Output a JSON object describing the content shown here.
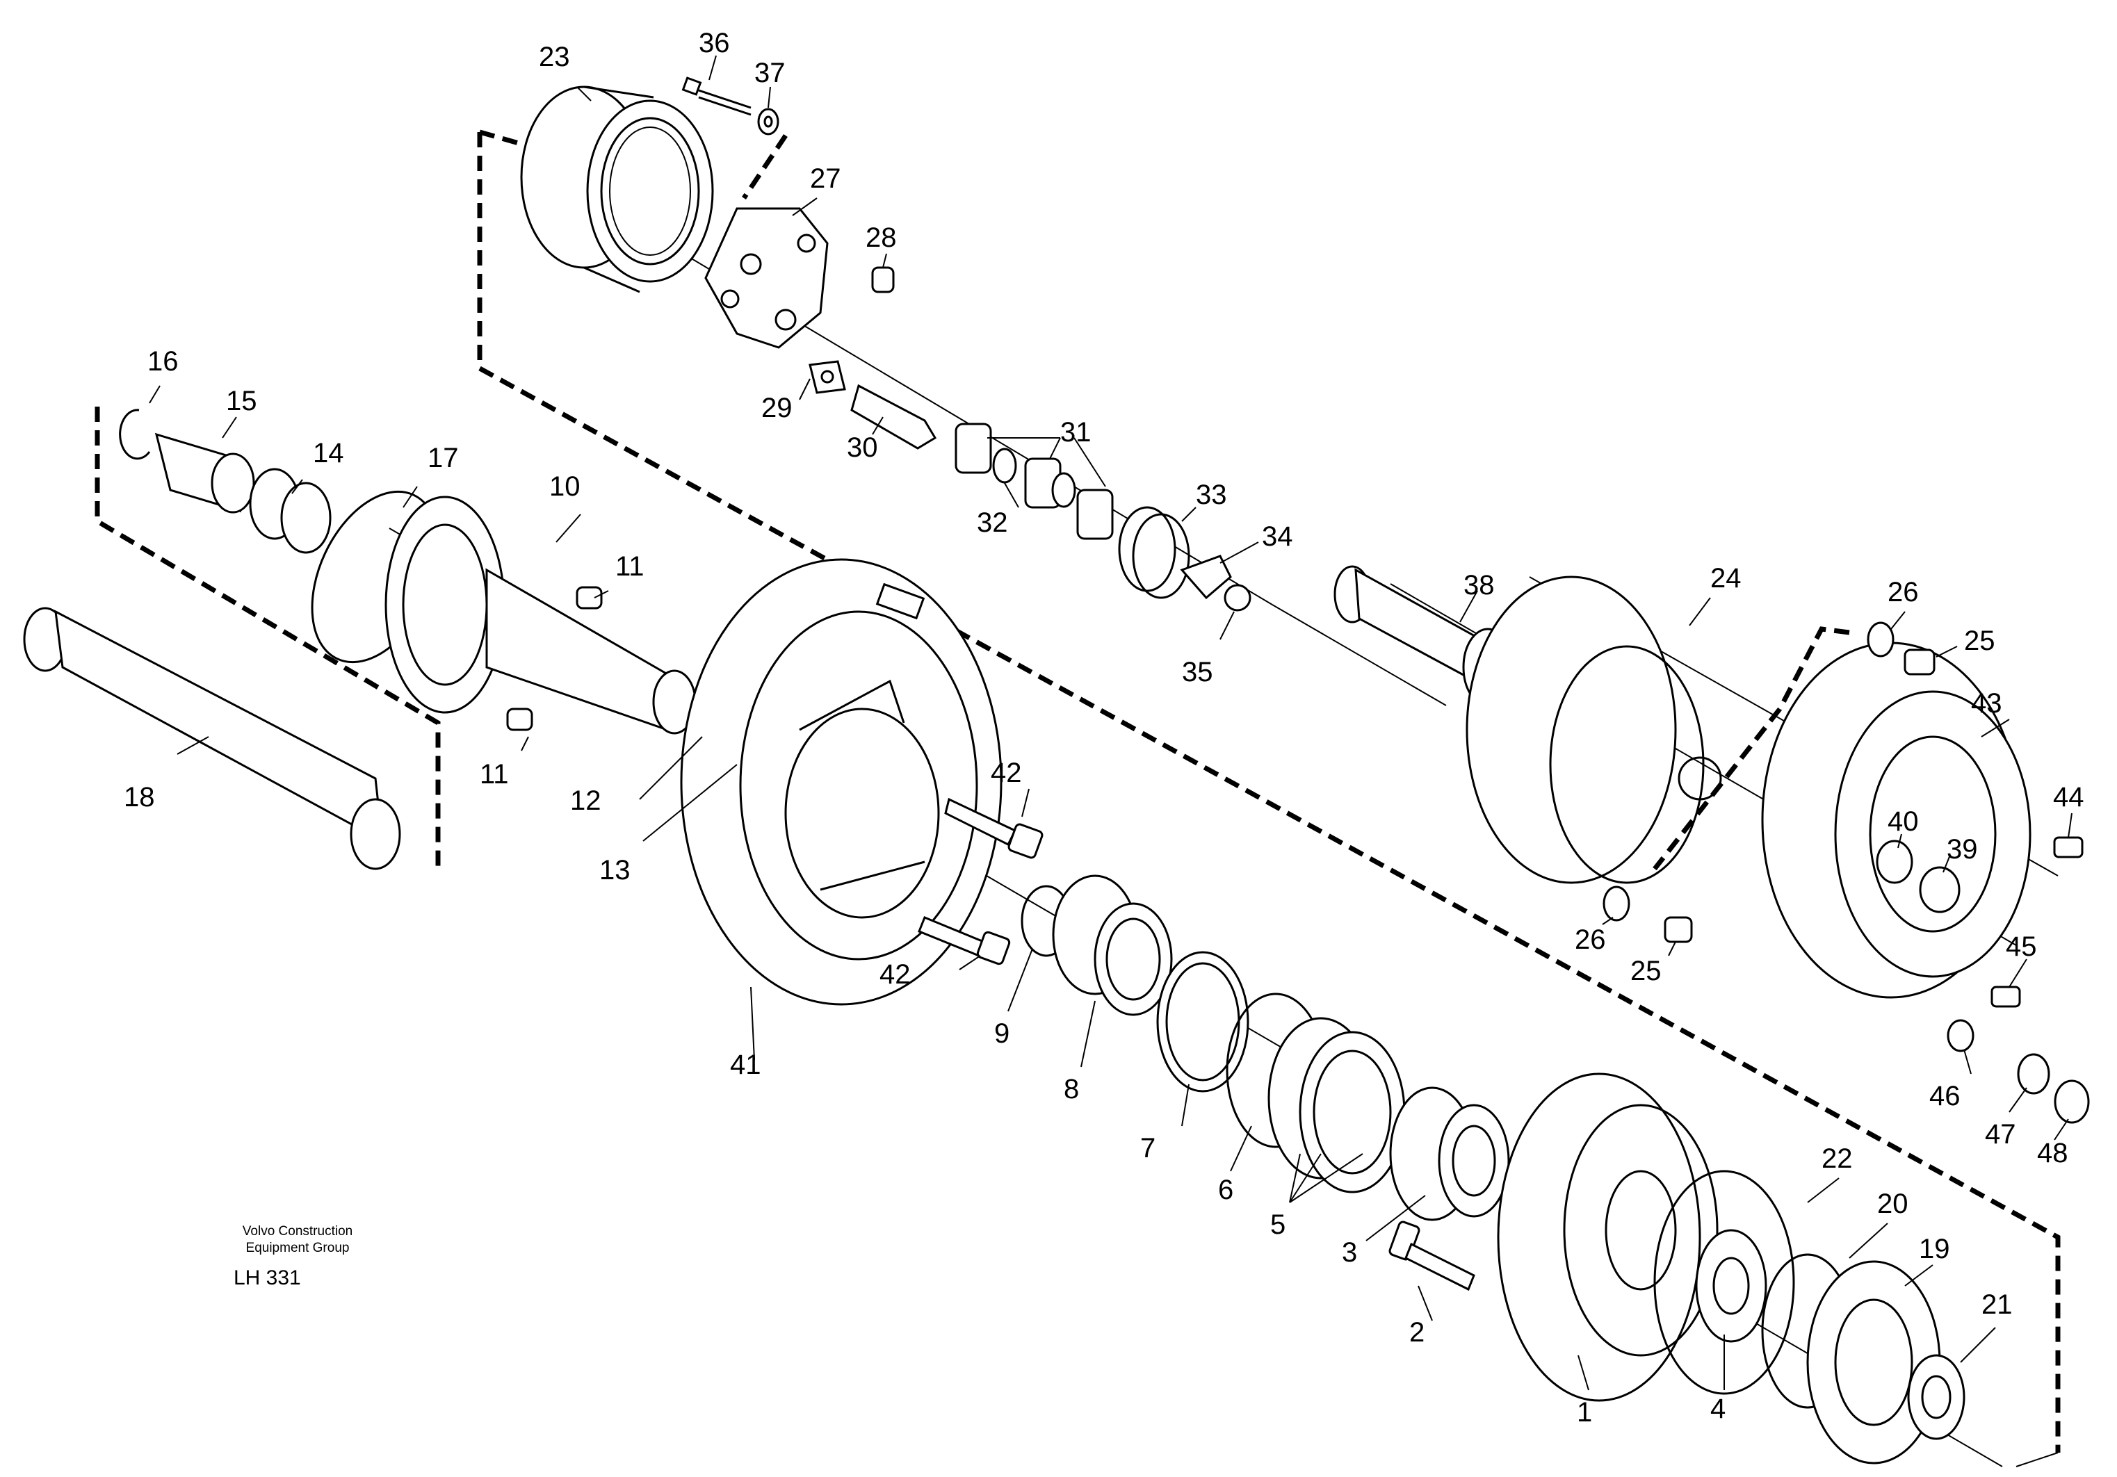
{
  "credit": {
    "company_line1": "Volvo Construction",
    "company_line2": "Equipment Group",
    "code": "LH 331"
  },
  "labels": {
    "p1": "1",
    "p2": "2",
    "p3": "3",
    "p4": "4",
    "p5": "5",
    "p6": "6",
    "p7": "7",
    "p8": "8",
    "p9": "9",
    "p10": "10",
    "p11a": "11",
    "p11b": "11",
    "p12": "12",
    "p13": "13",
    "p14": "14",
    "p15": "15",
    "p16": "16",
    "p17": "17",
    "p18": "18",
    "p19": "19",
    "p20": "20",
    "p21": "21",
    "p22": "22",
    "p23": "23",
    "p24": "24",
    "p25a": "25",
    "p25b": "25",
    "p26a": "26",
    "p26b": "26",
    "p27": "27",
    "p28": "28",
    "p29": "29",
    "p30": "30",
    "p31": "31",
    "p32": "32",
    "p33": "33",
    "p34": "34",
    "p35": "35",
    "p36": "36",
    "p37": "37",
    "p38": "38",
    "p39": "39",
    "p40": "40",
    "p41": "41",
    "p42a": "42",
    "p42b": "42",
    "p43": "43",
    "p44": "44",
    "p45": "45",
    "p46": "46",
    "p47": "47",
    "p48": "48"
  }
}
